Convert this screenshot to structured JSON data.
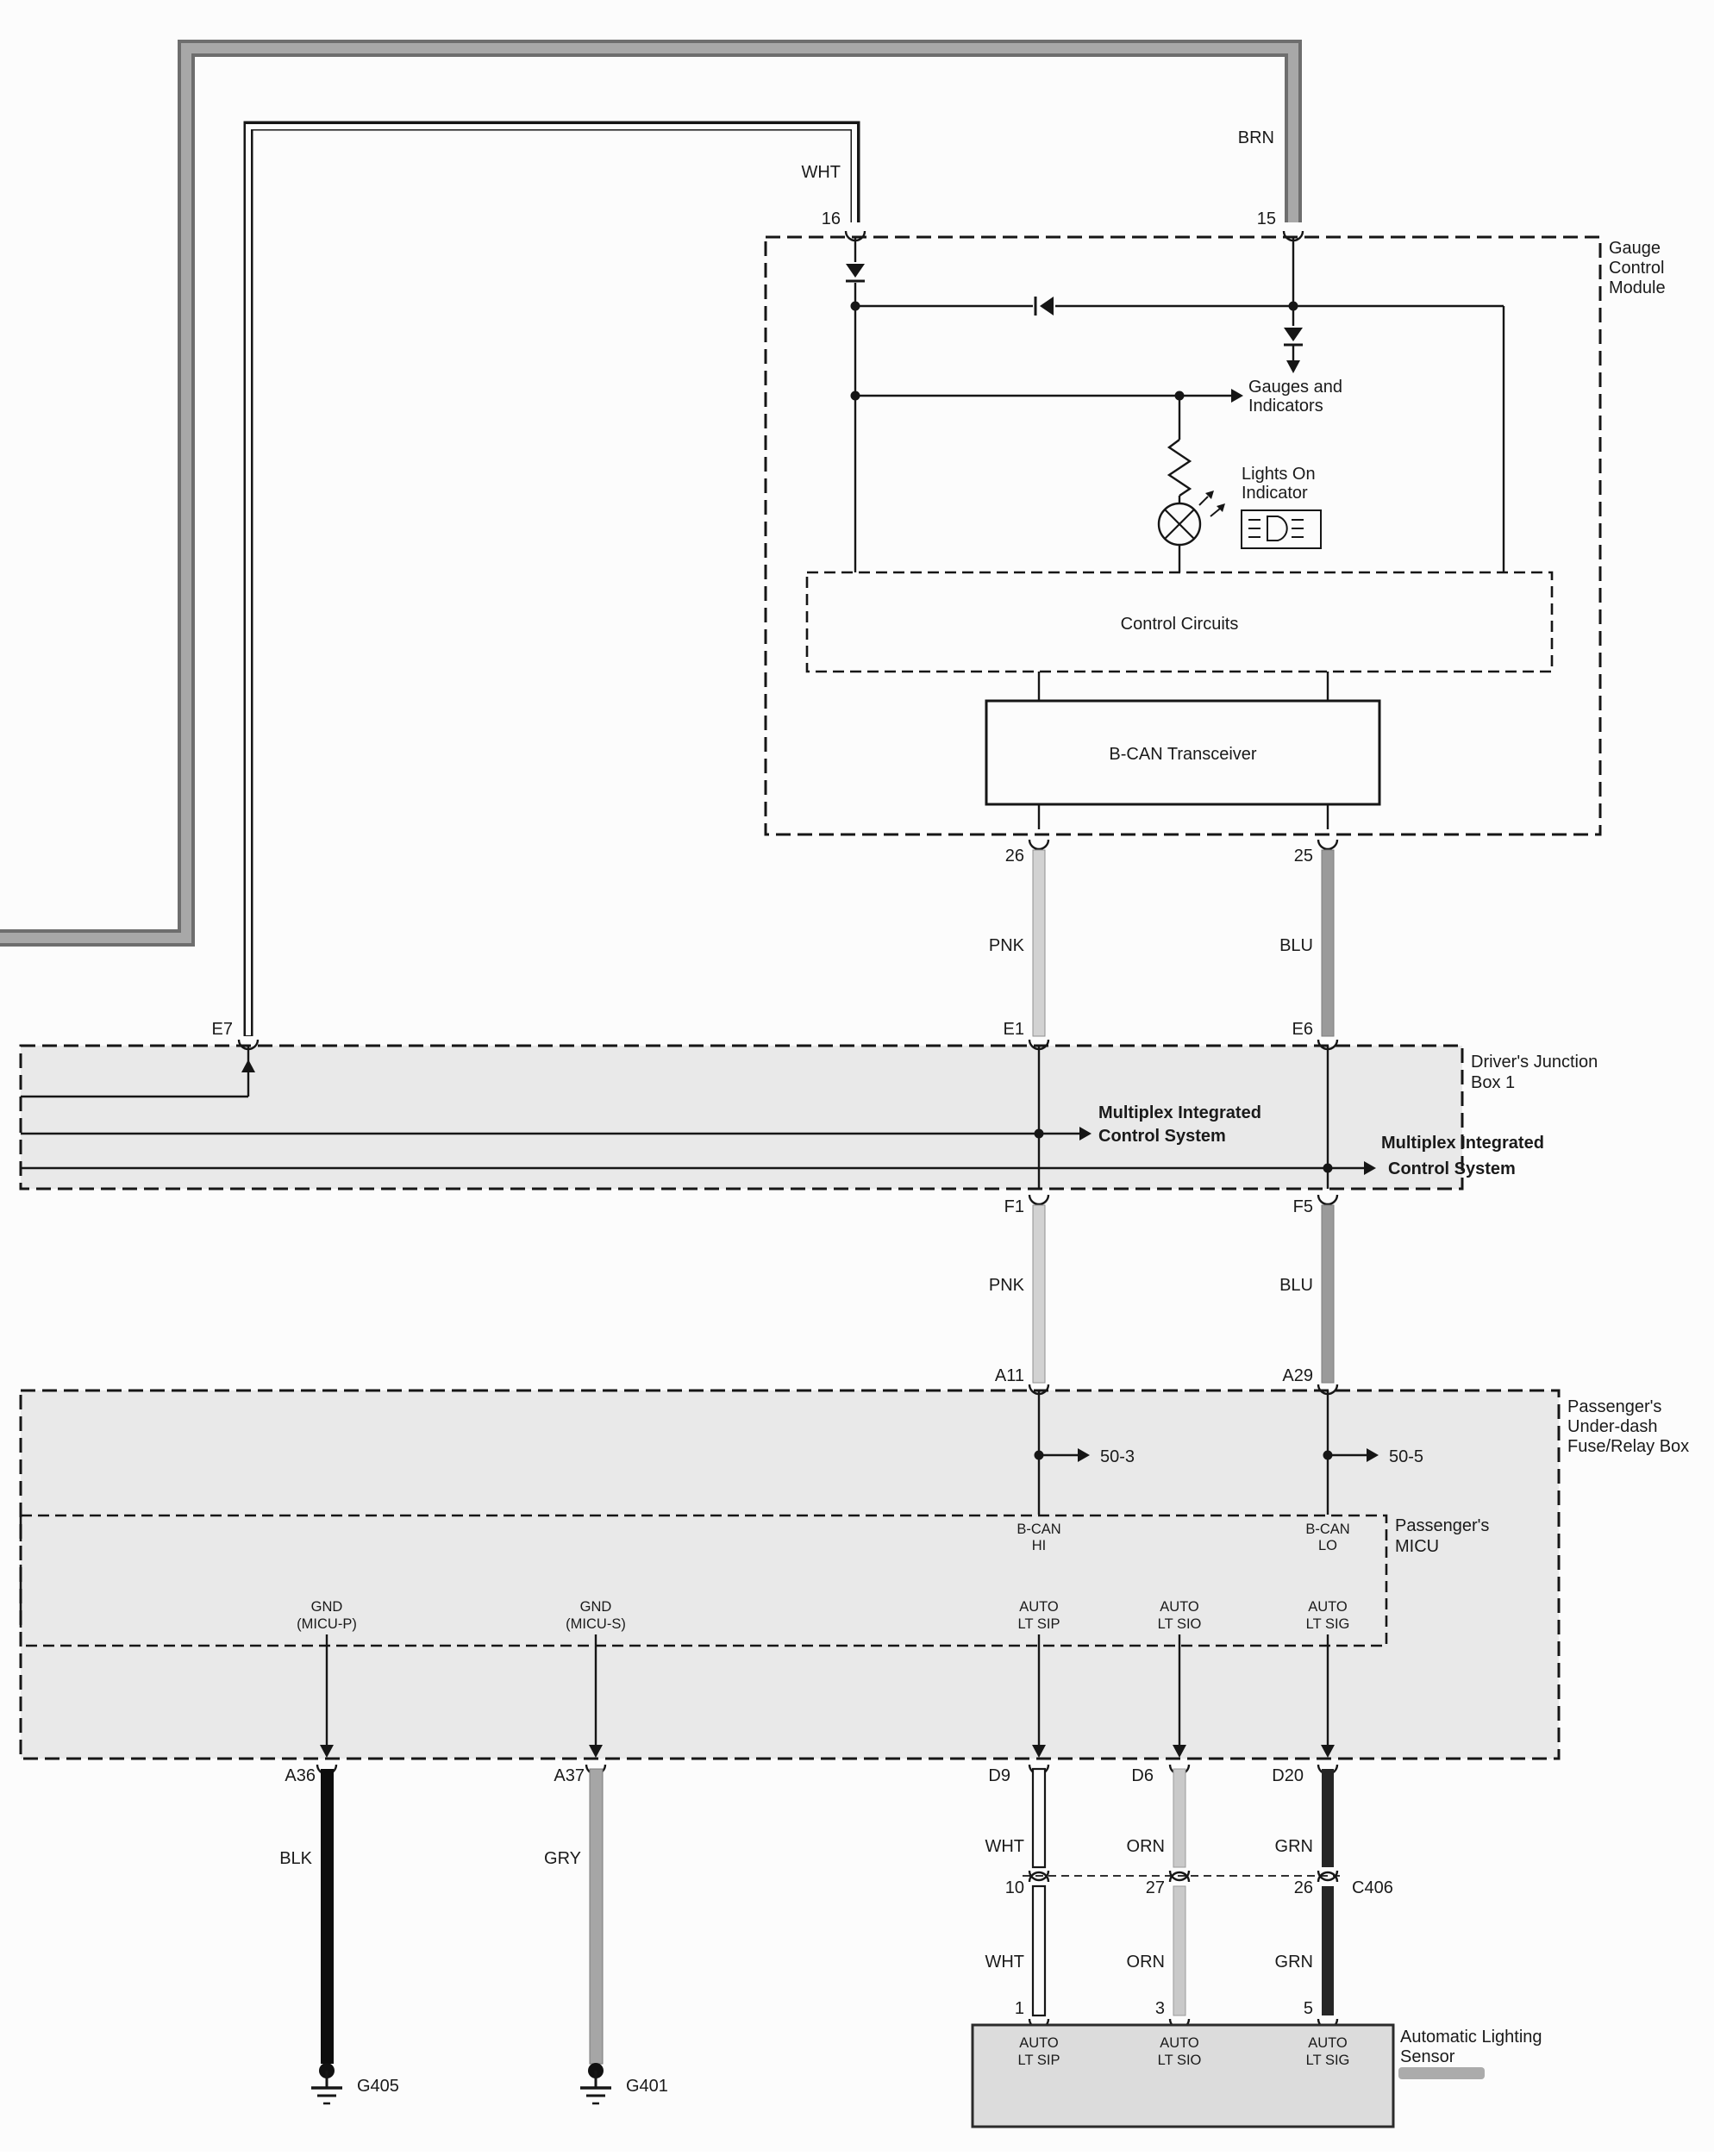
{
  "module": {
    "title1": "Gauge",
    "title2": "Control",
    "title3": "Module",
    "wht": "WHT",
    "brn": "BRN",
    "pin16": "16",
    "pin15": "15",
    "gauges1": "Gauges and",
    "gauges2": "Indicators",
    "lights1": "Lights On",
    "lights2": "Indicator",
    "control_circuits": "Control Circuits",
    "bcan": "B-CAN Transceiver",
    "pin26": "26",
    "pin25": "25"
  },
  "wires": {
    "pnk1": "PNK",
    "blu1": "BLU",
    "pnk2": "PNK",
    "blu2": "BLU",
    "blk": "BLK",
    "gry": "GRY",
    "wht1": "WHT",
    "orn1": "ORN",
    "grn1": "GRN",
    "wht2": "WHT",
    "orn2": "ORN",
    "grn2": "GRN"
  },
  "jbox": {
    "title1": "Driver's Junction",
    "title2": "Box 1",
    "e7": "E7",
    "e1": "E1",
    "e6": "E6",
    "f1": "F1",
    "f5": "F5",
    "muxa1": "Multiplex Integrated",
    "muxa2": "Control System",
    "muxb1": "Multiplex Integrated",
    "muxb2": "Control System"
  },
  "fusebox": {
    "title1": "Passenger's",
    "title2": "Under-dash",
    "title3": "Fuse/Relay Box",
    "a11": "A11",
    "a29": "A29",
    "fuse3": "50-3",
    "fuse5": "50-5",
    "micu1": "Passenger's",
    "micu2": "MICU",
    "bcanhi1": "B-CAN",
    "bcanhi2": "HI",
    "bcanlo1": "B-CAN",
    "bcanlo2": "LO",
    "gndp1": "GND",
    "gndp2": "(MICU-P)",
    "gnds1": "GND",
    "gnds2": "(MICU-S)",
    "sip1": "AUTO",
    "sip2": "LT SIP",
    "sio1": "AUTO",
    "sio2": "LT SIO",
    "sig1": "AUTO",
    "sig2": "LT SIG",
    "a36": "A36",
    "a37": "A37",
    "d9": "D9",
    "d6": "D6",
    "d20": "D20"
  },
  "c406": {
    "pin10": "10",
    "pin27": "27",
    "pin26": "26",
    "name": "C406"
  },
  "sensor": {
    "title1": "Automatic Lighting",
    "title2": "Sensor",
    "sip1": "AUTO",
    "sip2": "LT SIP",
    "sio1": "AUTO",
    "sio2": "LT SIO",
    "sig1": "AUTO",
    "sig2": "LT SIG",
    "pin1": "1",
    "pin3": "3",
    "pin5": "5"
  },
  "grounds": {
    "g405": "G405",
    "g401": "G401"
  },
  "colors": {
    "brn": "#8f8f8f",
    "pnk": "#d2d2d2",
    "blu": "#9a9a9a",
    "blk": "#0d0d0d",
    "gry": "#a6a6a6",
    "orn": "#c9c9c9",
    "grn": "#262626",
    "wht": "#fcfcfc",
    "box_shade": "#e9e9e9",
    "sensor_shade": "#dcdcdc",
    "line": "#161616"
  }
}
